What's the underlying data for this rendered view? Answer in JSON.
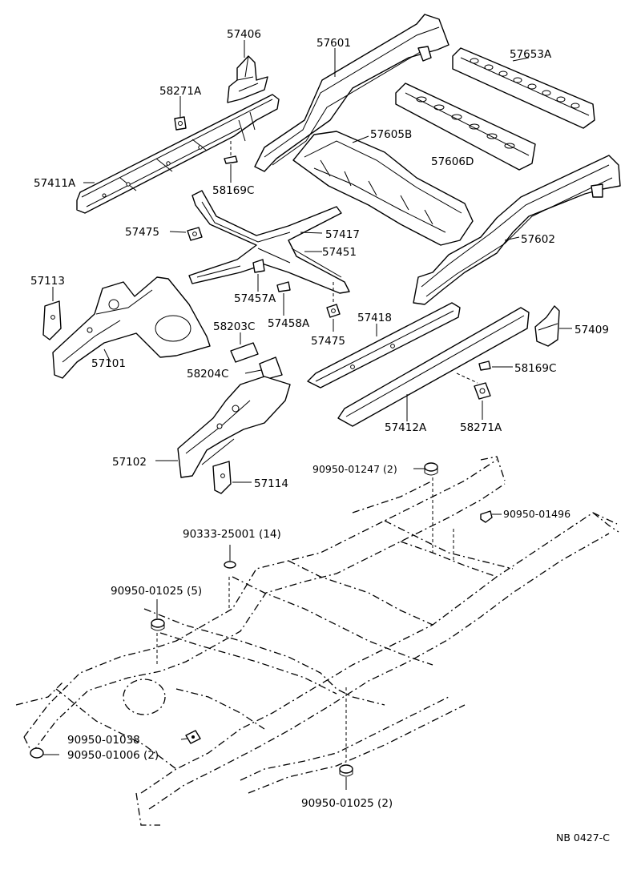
{
  "diagram": {
    "drawing_code": "NB 0427-C",
    "labels": {
      "p57406": "57406",
      "p57601": "57601",
      "p57653A": "57653A",
      "p58271A_top": "58271A",
      "p57605B": "57605B",
      "p57606D": "57606D",
      "p57411A": "57411A",
      "p58169C_top": "58169C",
      "p57475_left": "57475",
      "p57417": "57417",
      "p57451": "57451",
      "p57602": "57602",
      "p57113": "57113",
      "p57457A": "57457A",
      "p57101": "57101",
      "p58203C": "58203C",
      "p57458A": "57458A",
      "p57475_mid": "57475",
      "p57418": "57418",
      "p57409": "57409",
      "p58204C": "58204C",
      "p58169C_right": "58169C",
      "p57412A": "57412A",
      "p58271A_bottom": "58271A",
      "p57102": "57102",
      "p57114": "57114",
      "p90950_01247": "90950-01247 (2)",
      "p90950_01496": "90950-01496",
      "p90333_25001": "90333-25001 (14)",
      "p90950_01025_5": "90950-01025 (5)",
      "p90950_01038": "90950-01038",
      "p90950_01006": "90950-01006 (2)",
      "p90950_01025_2": "90950-01025 (2)"
    }
  }
}
